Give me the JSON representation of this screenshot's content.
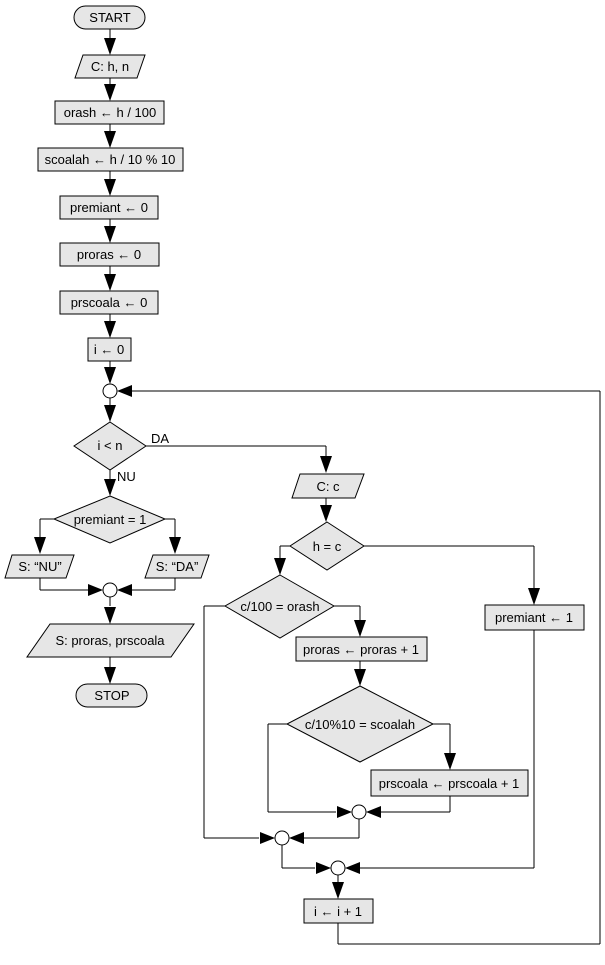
{
  "flowchart": {
    "start": "START",
    "read_hn": "C: h, n",
    "orash": "orash ← h / 100",
    "scoalah": "scoalah ← h / 10 % 10",
    "premiant_init": "premiant ← 0",
    "proras_init": "proras ← 0",
    "prscoala_init": "prscoala ← 0",
    "i_init": "i ← 0",
    "cond_i_n": "i < n",
    "label_da": "DA",
    "label_nu": "NU",
    "cond_premiant": "premiant = 1",
    "out_nu": "S: “NU”",
    "out_da": "S: “DA”",
    "out_results": "S: proras, prscoala",
    "stop": "STOP",
    "read_c": "C: c",
    "cond_h_c": "h = c",
    "premiant_set": "premiant ← 1",
    "cond_orash": "c/100 = orash",
    "proras_inc": "proras ← proras + 1",
    "cond_scoalah": "c/10%10 = scoalah",
    "prscoala_inc": "prscoala ← prscoala + 1",
    "i_inc": "i ← i + 1"
  }
}
